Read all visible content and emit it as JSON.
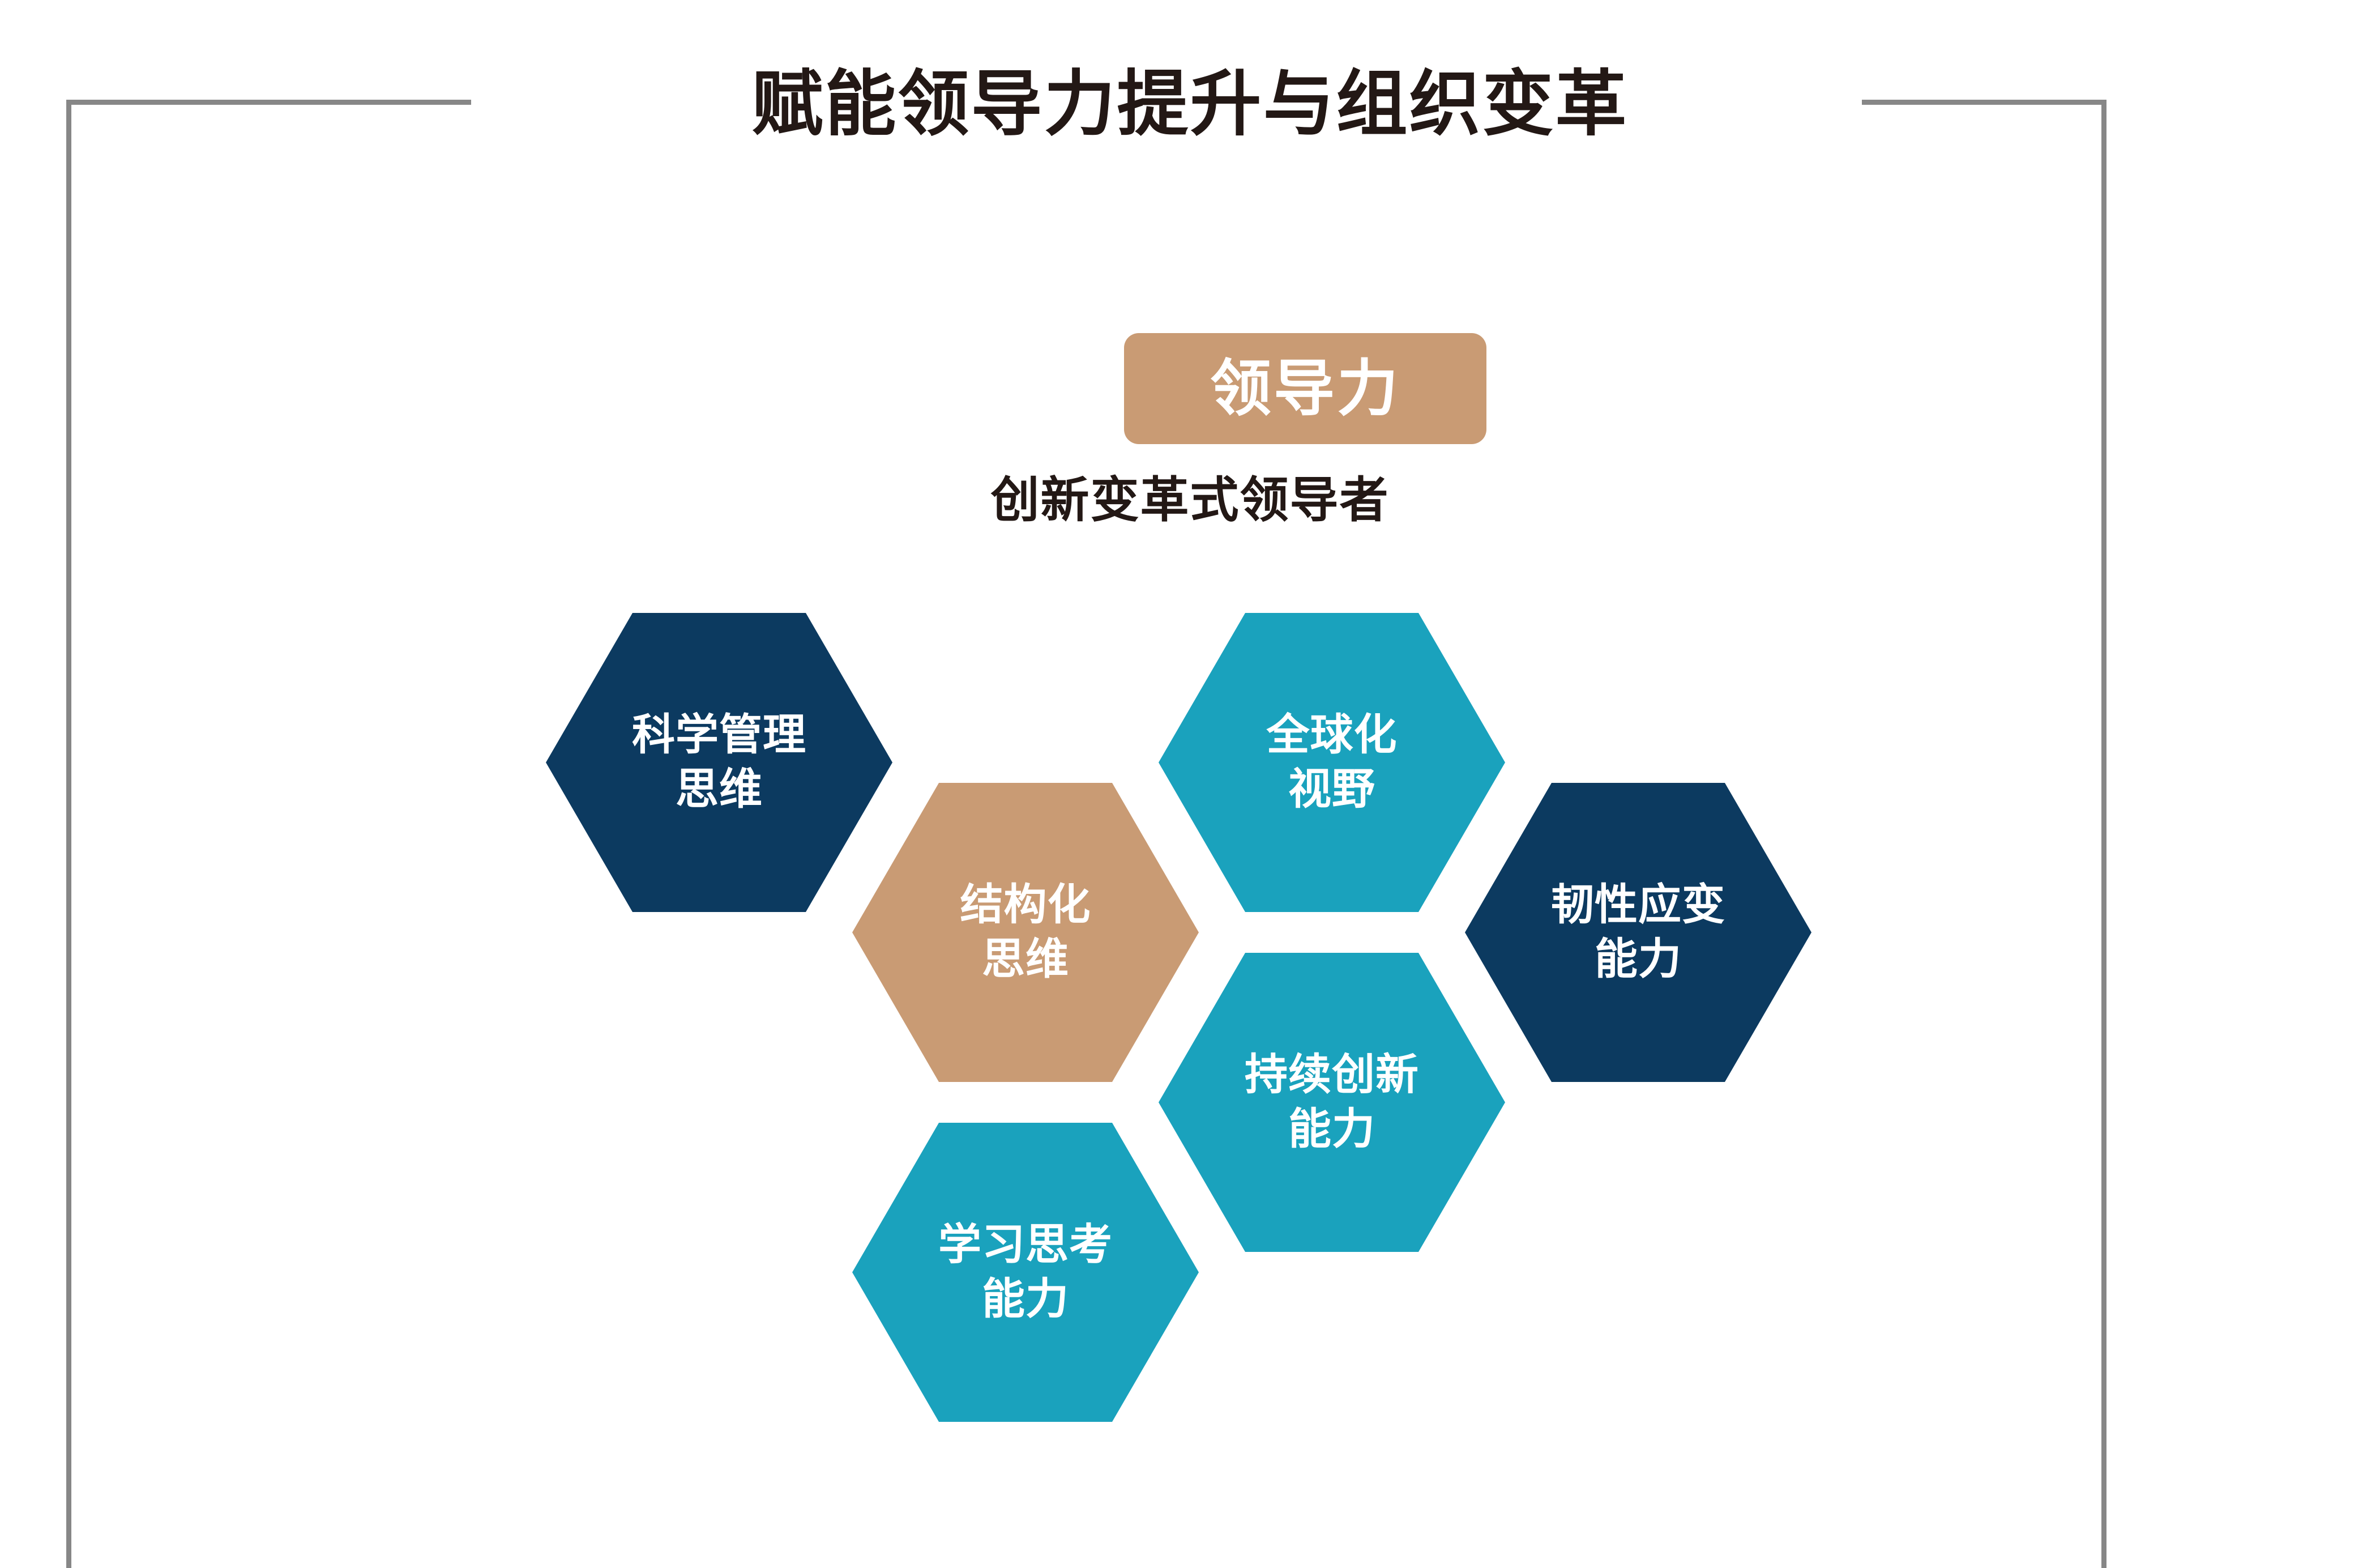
{
  "page": {
    "title": "赋能领导力提升与组织变革",
    "background_color": "#ffffff",
    "title_color": "#231815",
    "frame_color": "#878787"
  },
  "badge": {
    "label": "领导力",
    "background_color": "#c99b74",
    "text_color": "#ffffff"
  },
  "subtitle": {
    "text": "创新变革式领导者",
    "color": "#231815"
  },
  "palette": {
    "navy": "#0c3a60",
    "teal": "#1aa2bd",
    "tan": "#c99b74",
    "white": "#ffffff"
  },
  "diagram": {
    "type": "honeycomb",
    "hexagons": [
      {
        "id": "scientific-management-thinking",
        "label": "科学管理\n思维",
        "color": "#0c3a60",
        "row": 0,
        "column": 0
      },
      {
        "id": "structured-thinking",
        "label": "结构化\n思维",
        "color": "#c99b74",
        "row": 1,
        "column": 1
      },
      {
        "id": "global-vision",
        "label": "全球化\n视野",
        "color": "#1aa2bd",
        "row": 0,
        "column": 2
      },
      {
        "id": "resilient-adaptability",
        "label": "韧性应变\n能力",
        "color": "#0c3a60",
        "row": 1,
        "column": 3
      },
      {
        "id": "continuous-innovation",
        "label": "持续创新\n能力",
        "color": "#1aa2bd",
        "row": 2,
        "column": 2
      },
      {
        "id": "learning-and-thinking",
        "label": "学习思考\n能力",
        "color": "#1aa2bd",
        "row": 3,
        "column": 1
      }
    ]
  }
}
